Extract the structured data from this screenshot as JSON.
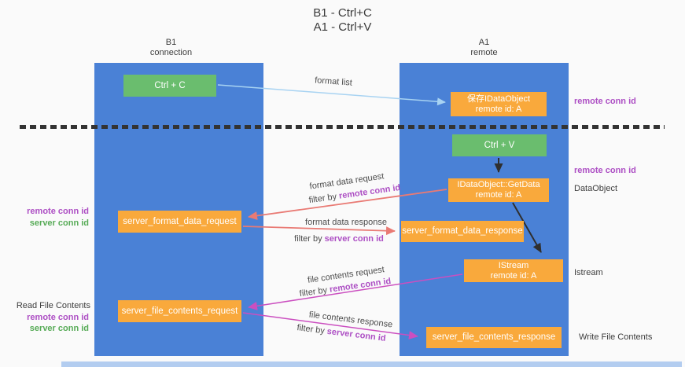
{
  "title": {
    "line1": "B1 - Ctrl+C",
    "line2": "A1 - Ctrl+V"
  },
  "lanes": {
    "b1": {
      "title": "B1",
      "subtitle": "connection"
    },
    "a1": {
      "title": "A1",
      "subtitle": "remote"
    }
  },
  "boxes": {
    "ctrl_c": {
      "label": "Ctrl + C"
    },
    "save_idataobject": {
      "line1": "保存IDataObject",
      "line2": "remote id: A"
    },
    "ctrl_v": {
      "label": "Ctrl + V"
    },
    "getdata": {
      "line1": "IDataObject::GetData",
      "line2": "remote id: A"
    },
    "server_format_data_request": {
      "label": "server_format_data_request"
    },
    "server_format_data_response": {
      "label": "server_format_data_response"
    },
    "istream": {
      "line1": "IStream",
      "line2": "remote id: A"
    },
    "server_file_contents_request": {
      "label": "server_file_contents_request"
    },
    "server_file_contents_response": {
      "label": "server_file_contents_response"
    }
  },
  "arrows": {
    "format_list": {
      "label": "format list",
      "color": "#a8d3f2"
    },
    "format_data_request": {
      "label": "format data request",
      "filter_prefix": "filter by ",
      "filter_key": "remote conn id",
      "color": "#e97a74"
    },
    "format_data_response": {
      "label": "format data response",
      "filter_prefix": "filter by ",
      "filter_key": "server conn id",
      "color": "#e97a74"
    },
    "file_contents_request": {
      "label": "file contents request",
      "filter_prefix": "filter by ",
      "filter_key": "remote conn id",
      "color": "#cb4fc0"
    },
    "file_contents_response": {
      "label": "file contents response",
      "filter_prefix": "filter by ",
      "filter_key": "server conn id",
      "color": "#cb4fc0"
    }
  },
  "side_labels": {
    "right_remote_conn_id_top": "remote conn id",
    "right_remote_conn_id_mid": "remote conn id",
    "right_dataobject": "DataObject",
    "right_istream": "Istream",
    "right_write_file_contents": "Write File Contents",
    "left_remote_conn_id_top": "remote conn id",
    "left_server_conn_id_top": "server conn id",
    "left_read_file_contents": "Read File Contents",
    "left_remote_conn_id_bottom": "remote conn id",
    "left_server_conn_id_bottom": "server conn id"
  },
  "colors": {
    "lane_blue": "#4a81d6",
    "box_green": "#6abd6e",
    "box_orange": "#f9a93c",
    "arrow_black": "#2f2f2f",
    "arrow_salmon": "#e97a74",
    "arrow_magenta": "#cb4fc0",
    "arrow_lightblue": "#a8d3f2",
    "text_purple": "#ad4fc4",
    "text_green": "#57ab57",
    "dashed_line": "#333333"
  }
}
